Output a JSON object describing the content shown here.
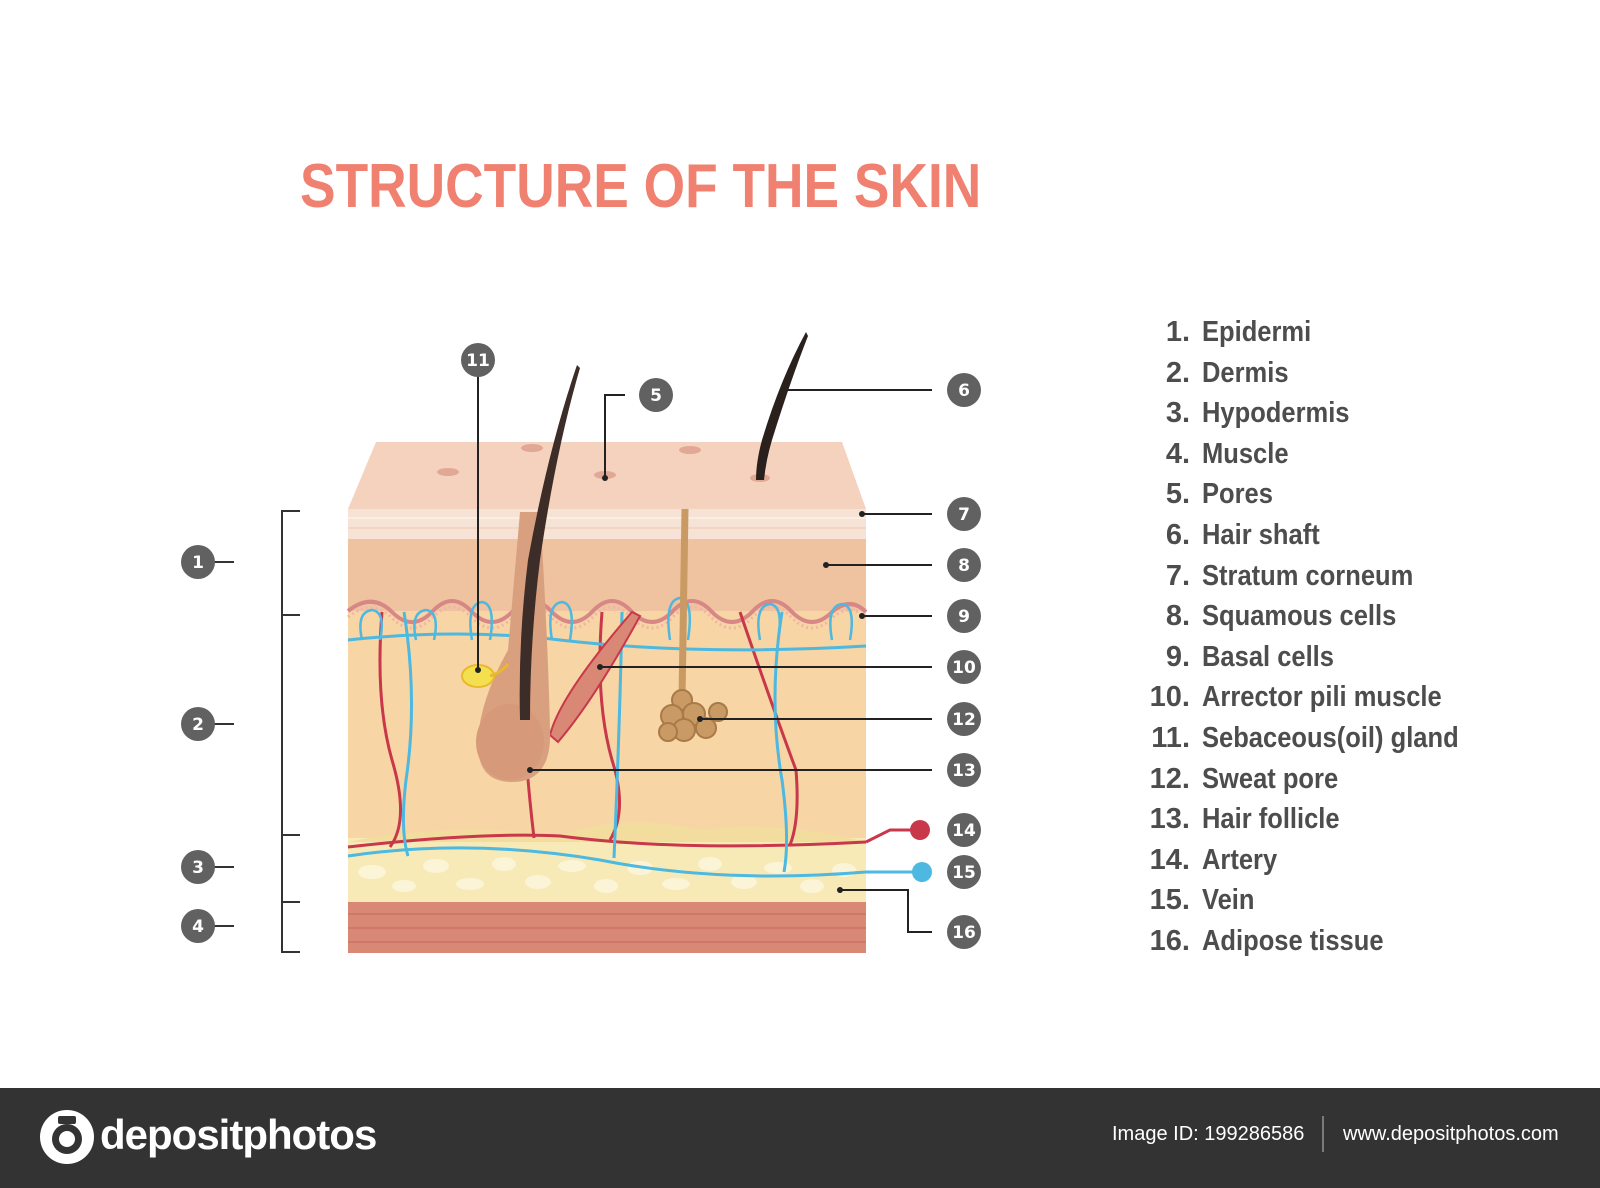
{
  "title": "STRUCTURE OF THE SKIN",
  "colors": {
    "title": "#f08070",
    "marker": "#616161",
    "artery": "#c8374a",
    "vein": "#4db8e0",
    "epidermis": "#f2ceb5",
    "dermis": "#f7d5a4",
    "adipose": "#f7eab7",
    "muscle": "#d98876",
    "footer": "#333333"
  },
  "markers": [
    "1",
    "2",
    "3",
    "4",
    "5",
    "6",
    "7",
    "8",
    "9",
    "10",
    "11",
    "12",
    "13",
    "14",
    "15",
    "16"
  ],
  "legend": [
    {
      "num": "1.",
      "name": "Epidermi"
    },
    {
      "num": "2.",
      "name": "Dermis"
    },
    {
      "num": "3.",
      "name": "Hypodermis"
    },
    {
      "num": "4.",
      "name": "Muscle"
    },
    {
      "num": "5.",
      "name": "Pores"
    },
    {
      "num": "6.",
      "name": "Hair shaft"
    },
    {
      "num": "7.",
      "name": "Stratum corneum"
    },
    {
      "num": "8.",
      "name": "Squamous cells"
    },
    {
      "num": "9.",
      "name": "Basal cells"
    },
    {
      "num": "10.",
      "name": "Arrector pili muscle"
    },
    {
      "num": "11.",
      "name": "Sebaceous(oil) gland"
    },
    {
      "num": "12.",
      "name": "Sweat pore"
    },
    {
      "num": "13.",
      "name": "Hair follicle"
    },
    {
      "num": "14.",
      "name": "Artery"
    },
    {
      "num": "15.",
      "name": "Vein"
    },
    {
      "num": "16.",
      "name": "Adipose tissue"
    }
  ],
  "footer": {
    "brand": "depositphotos",
    "image_id": "Image ID: 199286586",
    "url": "www.depositphotos.com"
  }
}
